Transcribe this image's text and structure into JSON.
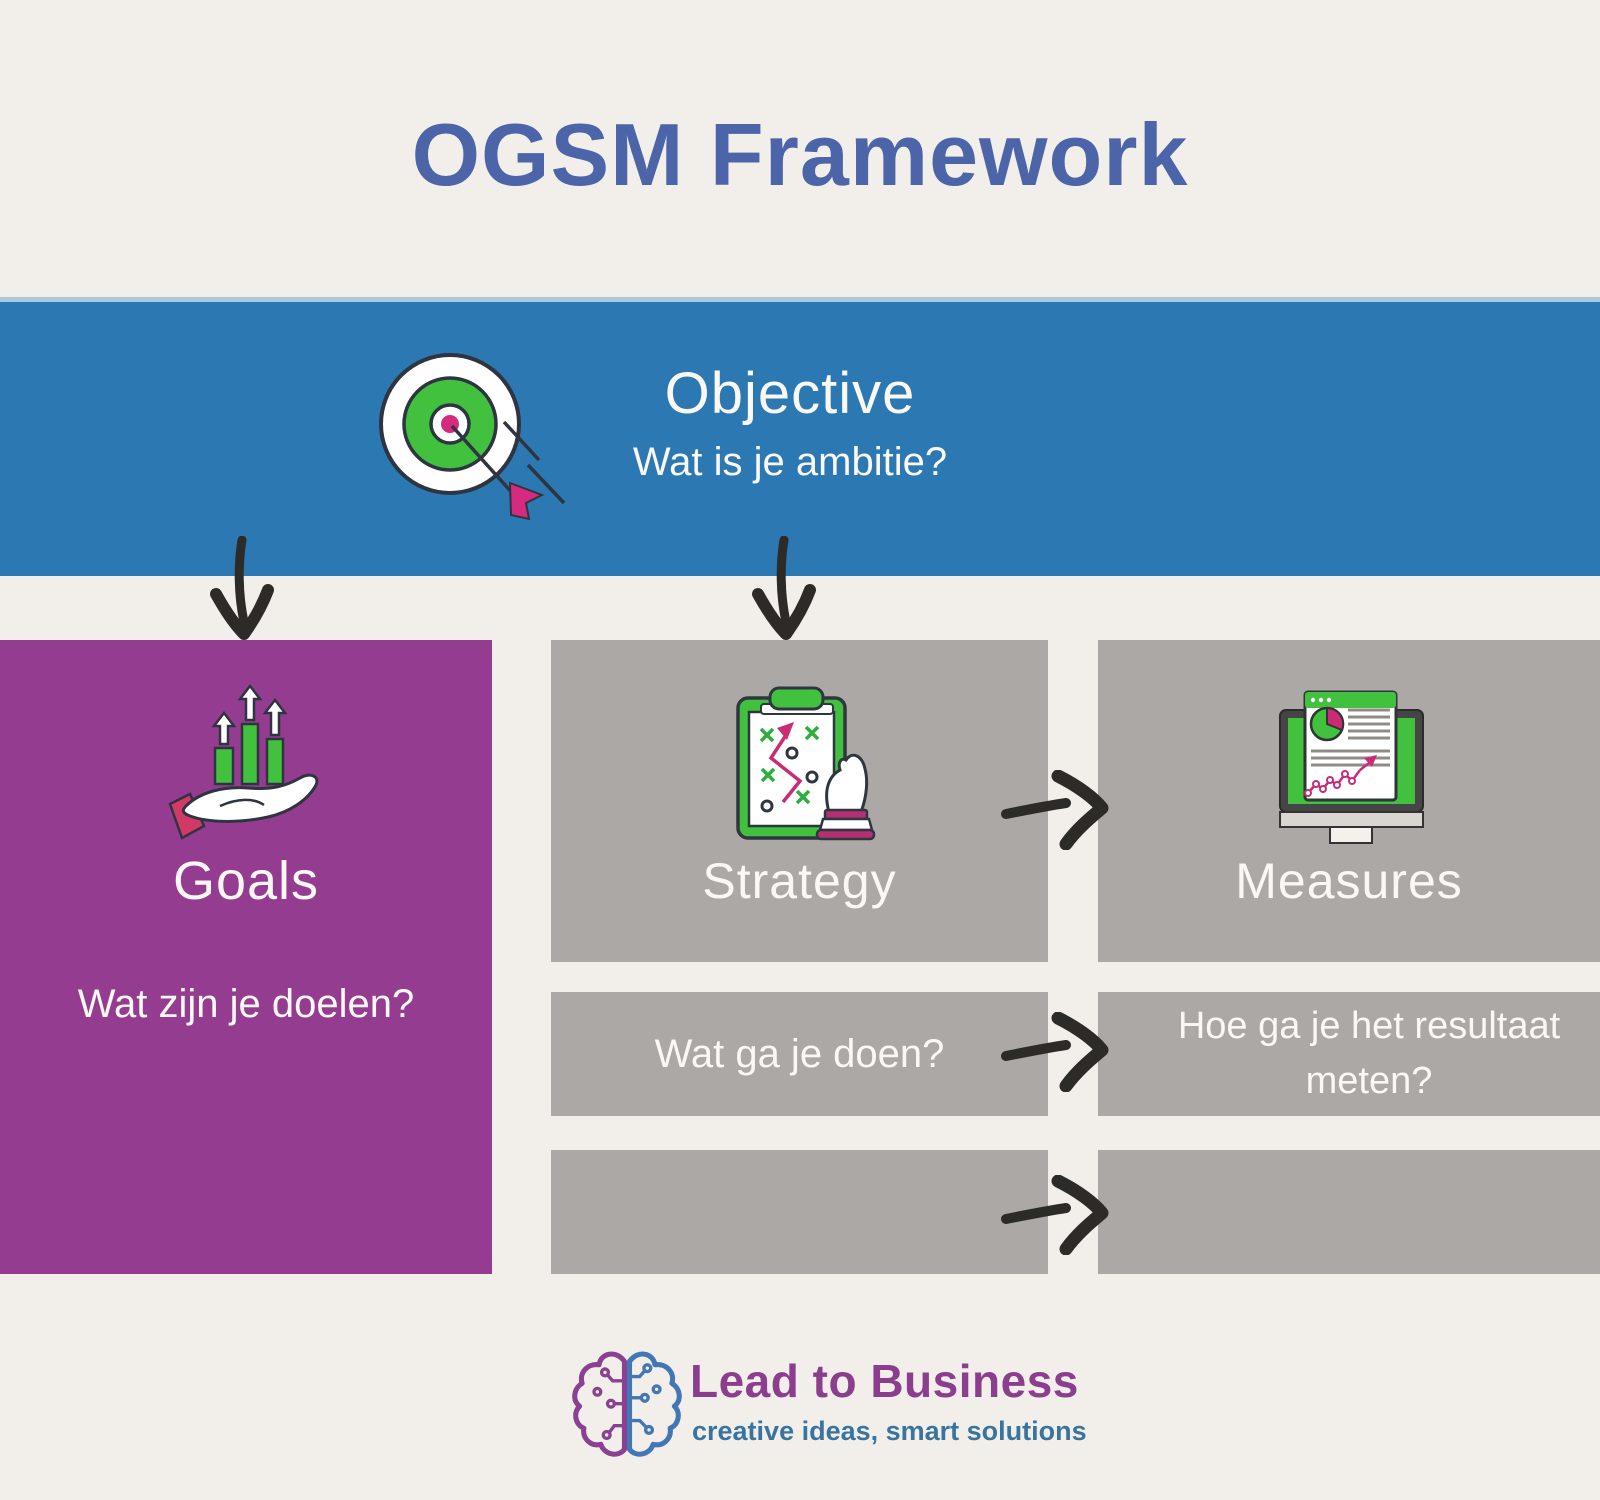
{
  "page": {
    "title": "OGSM Framework"
  },
  "objective": {
    "label": "Objective",
    "question": "Wat is je ambitie?",
    "icon": "target-icon"
  },
  "goals": {
    "label": "Goals",
    "question": "Wat zijn je doelen?",
    "icon": "growth-hand-icon"
  },
  "strategy": {
    "label": "Strategy",
    "question": "Wat ga je doen?",
    "icon": "strategy-clipboard-icon"
  },
  "measures": {
    "label": "Measures",
    "question": "Hoe ga je het resultaat meten?",
    "icon": "measures-monitor-icon"
  },
  "footer": {
    "brand": "Lead to Business",
    "tagline": "creative ideas, smart solutions",
    "icon": "brain-logo-icon"
  },
  "colors": {
    "background": "#f2efeb",
    "title": "#4c65a9",
    "banner": "#2b78b2",
    "goals": "#943d90",
    "cell": "#aba8a5",
    "light_text": "#fbf7f3",
    "brand": "#8b3e8d",
    "tagline": "#39739f",
    "arrow": "#2d2b28",
    "green": "#41c13e",
    "pink": "#d62a7e"
  }
}
